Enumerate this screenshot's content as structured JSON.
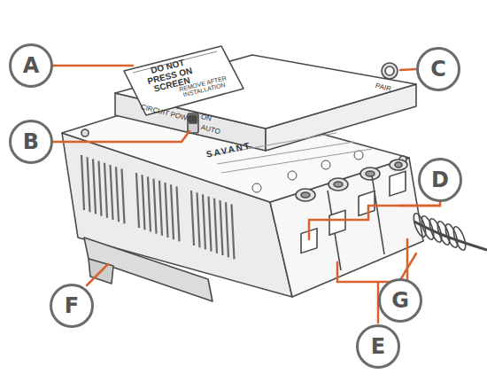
{
  "diagram": {
    "nodes": [
      {
        "text": [
          "A"
        ]
      },
      {
        "text": [
          "B"
        ]
      },
      {
        "text": [
          "C"
        ]
      },
      {
        "text": [
          "D"
        ]
      },
      {
        "text": [
          "E"
        ]
      },
      {
        "text": [
          "F"
        ]
      },
      {
        "text": [
          "G"
        ]
      }
    ],
    "labels": [
      "DO NOT PRESS ON SCREEN",
      "REMOVE AFTER INSTALLATION",
      "CIRCUIT POWER",
      "ON",
      "AUTO",
      "PAIR",
      "SAVANT"
    ]
  }
}
